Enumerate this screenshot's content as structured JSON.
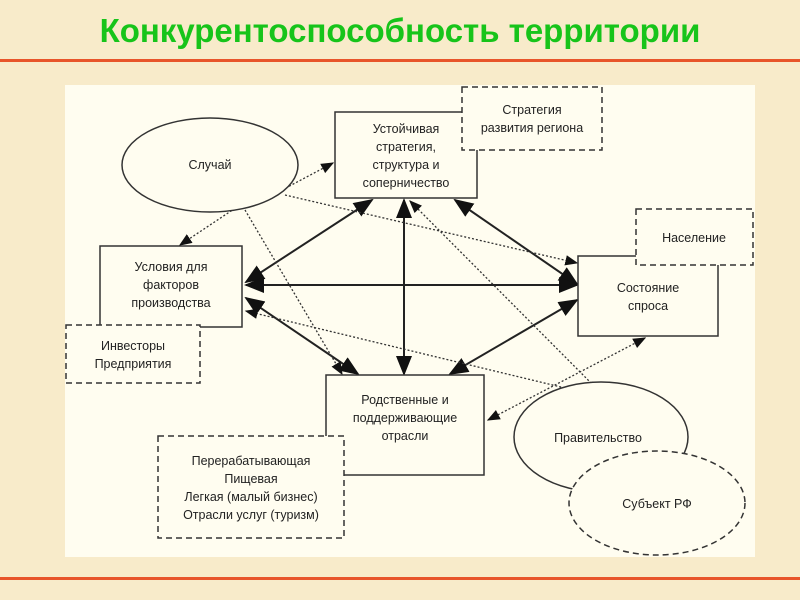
{
  "title": "Конкурентоспособность территории",
  "nodes": {
    "strategy": [
      "Устойчивая",
      "стратегия,",
      "структура и",
      "соперничество"
    ],
    "region_strategy": [
      "Стратегия",
      "развития региона"
    ],
    "chance": [
      "Случай"
    ],
    "factors": [
      "Условия для",
      "факторов",
      "производства"
    ],
    "investors": [
      "Инвесторы",
      "Предприятия"
    ],
    "demand": [
      "Состояние",
      "спроса"
    ],
    "population": [
      "Население"
    ],
    "related": [
      "Родственные и",
      "поддерживающие",
      "отрасли"
    ],
    "industries": [
      "Перерабатывающая",
      "Пищевая",
      "Легкая (малый бизнес)",
      "Отрасли услуг (туризм)"
    ],
    "government": [
      "Правительство"
    ],
    "subject": [
      "Субъект РФ"
    ]
  }
}
